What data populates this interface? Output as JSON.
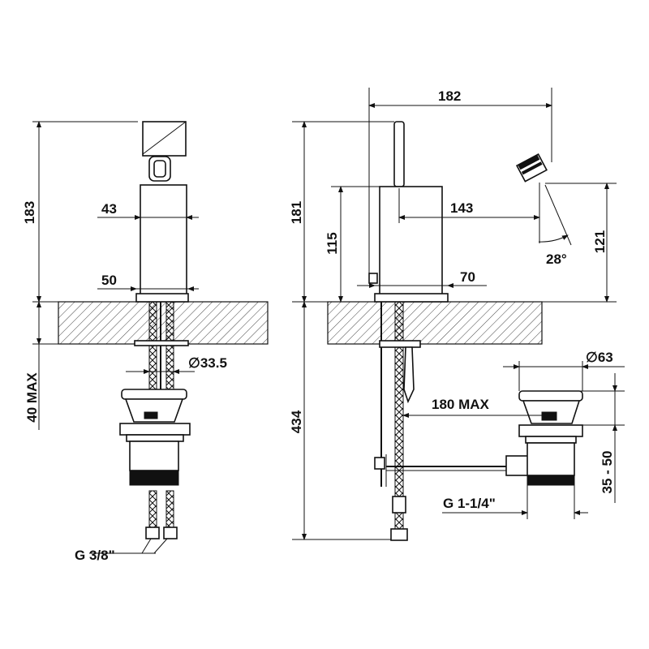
{
  "dimensions": {
    "side_view": {
      "height_total": "183",
      "body_width": "43",
      "base_width": "50",
      "below_counter": "40 MAX",
      "hole_diameter": "33.5",
      "connection": "G 3/8\""
    },
    "front_view": {
      "spout_reach": "182",
      "height_total": "181",
      "lever_height": "115",
      "spout_projection": "143",
      "outlet_height": "121",
      "angle": "28°",
      "base_diameter": "70",
      "below_counter": "434",
      "waste_diameter": "63",
      "rod_length": "180 MAX",
      "waste_thread": "G 1-1/4\"",
      "waste_adjust": "35 - 50"
    }
  },
  "symbols": {
    "diameter": "∅"
  }
}
